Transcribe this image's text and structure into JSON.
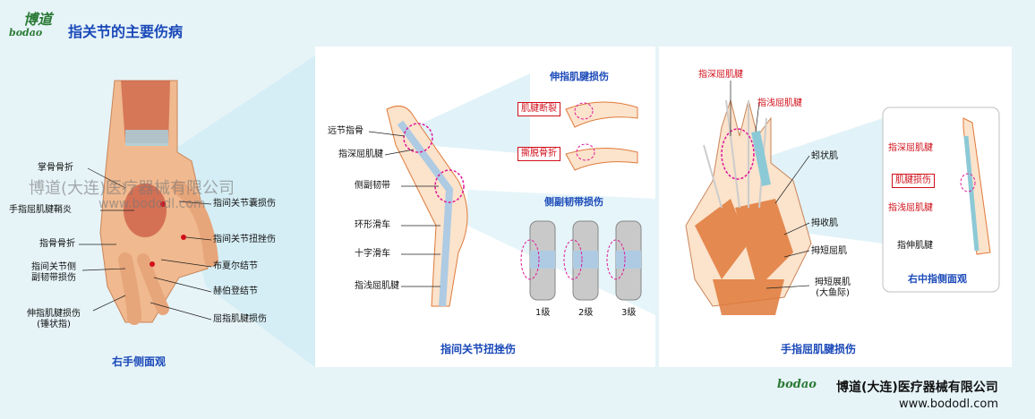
{
  "header": {
    "logo_cn": "博道",
    "logo_en": "bodao",
    "title": "指关节的主要伤病"
  },
  "watermark": {
    "company": "博道(大连)医疗器械有限公司",
    "url": "www.bododl.com"
  },
  "panel1": {
    "caption": "右手侧面观",
    "labels": {
      "metacarpal_fracture": "掌骨骨折",
      "flexor_tenosynovitis": "手指屈肌腱鞘炎",
      "phalanx_fracture": "指骨骨折",
      "collateral_injury_line1": "指间关节侧",
      "collateral_injury_line2": "副韧带损伤",
      "extensor_injury_line1": "伸指肌腱损伤",
      "extensor_injury_line2": "(锤状指)",
      "capsule_injury": "指间关节囊损伤",
      "sprain": "指间关节扭挫伤",
      "bouchard": "布夏尔结节",
      "heberden": "赫伯登结节",
      "flexor_injury": "屈指肌腱损伤"
    }
  },
  "panel2": {
    "caption": "指间关节扭挫伤",
    "extensor_title": "伸指肌腱损伤",
    "tendon_rupture": "肌腱断裂",
    "avulsion_fracture": "撕脱骨折",
    "collateral_title": "侧副韧带损伤",
    "grades": [
      "1级",
      "2级",
      "3级"
    ],
    "labels": {
      "distal_phalanx": "远节指骨",
      "fdp": "指深屈肌腱",
      "collateral": "侧副韧带",
      "annular_pulley": "环形滑车",
      "cruciate_pulley": "十字滑车",
      "fds": "指浅屈肌腱"
    }
  },
  "panel3": {
    "caption": "手指屈肌腱损伤",
    "labels": {
      "fdp": "指深屈肌腱",
      "fds": "指浅屈肌腱",
      "lumbrical": "蚓状肌",
      "adductor": "拇收肌",
      "fpb": "拇短屈肌",
      "apb_line1": "拇短展肌",
      "apb_line2": "(大鱼际)"
    },
    "inset": {
      "caption": "右中指侧面观",
      "fdp": "指深屈肌腱",
      "tendon_injury": "肌腱损伤",
      "fds": "指浅屈肌腱",
      "extensor": "指伸肌腱"
    }
  },
  "footer": {
    "logo_en": "bodao",
    "company": "博道(大连)医疗器械有限公司",
    "url": "www.bododl.com"
  },
  "colors": {
    "title_blue": "#1a49b8",
    "accent_red": "#d0101a",
    "background": "#e6f4f8",
    "brand_green": "#2b7a35",
    "muscle": "#e07a3a",
    "highlight_pink": "#e0189a"
  }
}
